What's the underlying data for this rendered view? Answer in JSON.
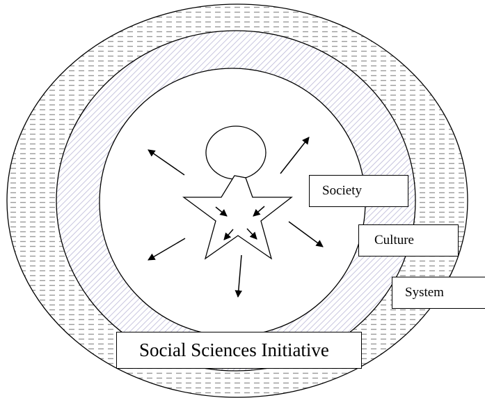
{
  "labels": {
    "society": "Society",
    "culture": "Culture",
    "system": "System",
    "initiative": "Social Sciences Initiative"
  },
  "colors": {
    "outer_ring_pattern": "#9a9a9a",
    "middle_ring_pattern": "#b9b6d6",
    "stroke": "#000000",
    "background": "#ffffff"
  }
}
